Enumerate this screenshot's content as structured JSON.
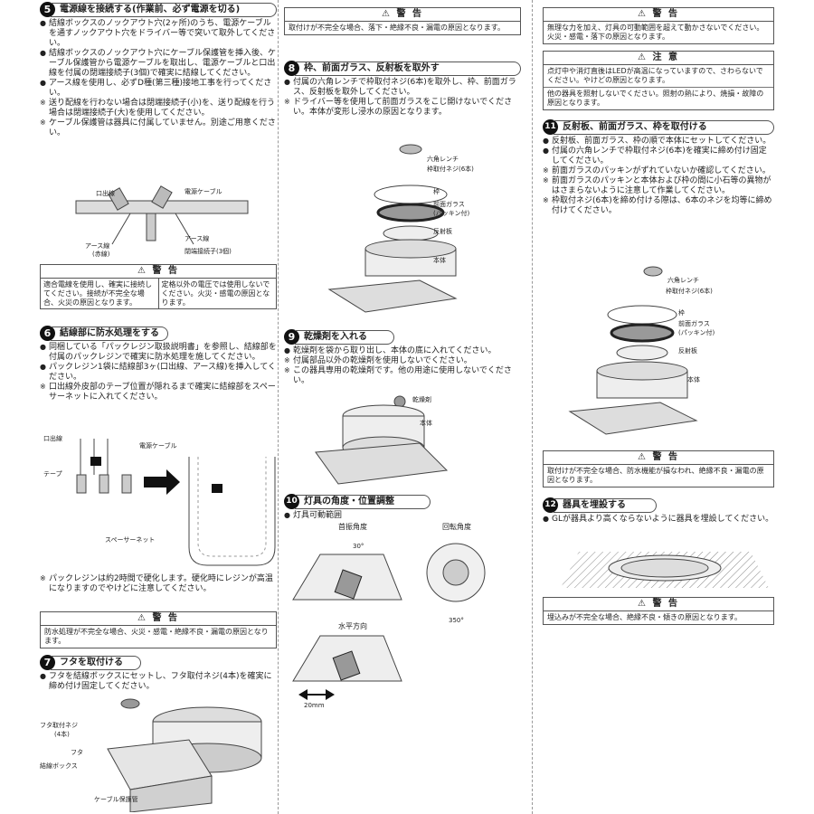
{
  "step5": {
    "num": "5",
    "title": "電源線を接続する(作業前、必ず電源を切る)",
    "b1": "結線ボックスのノックアウト穴(2ヶ所)のうち、電源ケーブルを通すノックアウト穴をドライバー等で突いて取外してください。",
    "b2": "結線ボックスのノックアウト穴にケーブル保護管を挿入後、ケーブル保護管から電源ケーブルを取出し、電源ケーブルと口出線を付属の閉端接続子(3個)で確実に結線してください。",
    "b3": "アース線を使用し、必ずD種(第三種)接地工事を行ってください。",
    "n1": "送り配線を行わない場合は閉端接続子(小)を、送り配線を行う場合は閉端接続子(大)を使用してください。",
    "n2": "ケーブル保護管は器具に付属していません。別途ご用意ください。",
    "labels": {
      "kuchi": "口出線",
      "dengen": "電源ケーブル",
      "earth_a": "アース線",
      "earth_a2": "(赤線)",
      "earth_b": "アース線",
      "heitan": "閉端接続子(3個)"
    },
    "warn": {
      "head": "警 告",
      "left": "適合電線を使用し、確実に接続してください。接続が不完全な場合、火災の原因となります。",
      "right": "定格以外の電圧では使用しないでください。火災・感電の原因となります。"
    }
  },
  "step6": {
    "num": "6",
    "title": "結線部に防水処理をする",
    "b1": "同梱している「パックレジン取扱説明書」を参照し、結線部を付属のパックレジンで確実に防水処理を施してください。",
    "b2": "パックレジン1袋に結線部3ヶ(口出線、アース線)を挿入してください。",
    "n1": "口出線外皮部のテープ位置が隠れるまで確実に結線部をスペーサーネットに入れてください。",
    "n2": "パックレジンは約2時間で硬化します。硬化時にレジンが高温になりますのでやけどに注意してください。",
    "labels": {
      "kuchi": "口出線",
      "dengen": "電源ケーブル",
      "tape": "テープ",
      "net": "スペーサーネット"
    },
    "warn": {
      "head": "警 告",
      "body": "防水処理が不完全な場合、火災・感電・絶縁不良・漏電の原因となります。"
    }
  },
  "step7": {
    "num": "7",
    "title": "フタを取付ける",
    "b1": "フタを結線ボックスにセットし、フタ取付ネジ(4本)を確実に締め付け固定してください。",
    "labels": {
      "neji": "フタ取付ネジ",
      "neji2": "(4本)",
      "futa": "フタ",
      "box": "結線ボックス",
      "kan": "ケーブル保護管"
    }
  },
  "warn_top2": {
    "head": "警 告",
    "body": "取付けが不完全な場合、落下・絶縁不良・漏電の原因となります。"
  },
  "step8": {
    "num": "8",
    "title": "枠、前面ガラス、反射板を取外す",
    "b1": "付属の六角レンチで枠取付ネジ(6本)を取外し、枠、前面ガラス、反射板を取外してください。",
    "n1": "ドライバー等を使用して前面ガラスをこじ開けないでください。本体が変形し浸水の原因となります。",
    "labels": {
      "wrench": "六角レンチ",
      "neji": "枠取付ネジ(6本)",
      "waku": "枠",
      "glass": "前面ガラス",
      "glass2": "(パッキン付)",
      "hansha": "反射板",
      "hontai": "本体"
    }
  },
  "step9": {
    "num": "9",
    "title": "乾燥剤を入れる",
    "b1": "乾燥剤を袋から取り出し、本体の底に入れてください。",
    "n1": "付属部品以外の乾燥剤を使用しないでください。",
    "n2": "この器具専用の乾燥剤です。他の用途に使用しないでください。",
    "labels": {
      "kanso": "乾燥剤",
      "hontai": "本体"
    }
  },
  "step10": {
    "num": "10",
    "title": "灯具の角度・位置調整",
    "b1": "灯具可動範囲",
    "labels": {
      "shufuri": "首振角度",
      "kaiten": "回転角度",
      "deg30": "30°",
      "deg350": "350°",
      "suihei": "水平方向",
      "mm20": "20mm"
    }
  },
  "warn_top3": {
    "head": "警 告",
    "body": "無理な力を加え、灯具の可動範囲を超えて動かさないでください。火災・感電・落下の原因となります。"
  },
  "caution3": {
    "head": "注 意",
    "body1": "点灯中や消灯直後はLEDが高温になっていますので、さわらないでください。やけどの原因となります。",
    "body2": "他の器具を照射しないでください。照射の熱により、焼損・故障の原因となります。"
  },
  "step11": {
    "num": "11",
    "title": "反射板、前面ガラス、枠を取付ける",
    "b1": "反射板、前面ガラス、枠の順で本体にセットしてください。",
    "b2": "付属の六角レンチで枠取付ネジ(6本)を確実に締め付け固定してください。",
    "n1": "前面ガラスのパッキンがずれていないか確認してください。",
    "n2": "前面ガラスのパッキンと本体および枠の間に小石等の異物がはさまらないように注意して作業してください。",
    "n3": "枠取付ネジ(6本)を締め付ける際は、6本のネジを均等に締め付けてください。",
    "labels": {
      "wrench": "六角レンチ",
      "neji": "枠取付ネジ(6本)",
      "waku": "枠",
      "glass": "前面ガラス",
      "glass2": "(パッキン付)",
      "hansha": "反射板",
      "hontai": "本体"
    },
    "warn": {
      "head": "警 告",
      "body": "取付けが不完全な場合、防水機能が損なわれ、絶縁不良・漏電の原因となります。"
    }
  },
  "step12": {
    "num": "12",
    "title": "器具を埋設する",
    "b1": "GLが器具より高くならないように器具を埋設してください。",
    "warn": {
      "head": "警 告",
      "body": "埋込みが不完全な場合、絶縁不良・傾きの原因となります。"
    }
  },
  "icons": {
    "warning": "warning-triangle-icon"
  }
}
